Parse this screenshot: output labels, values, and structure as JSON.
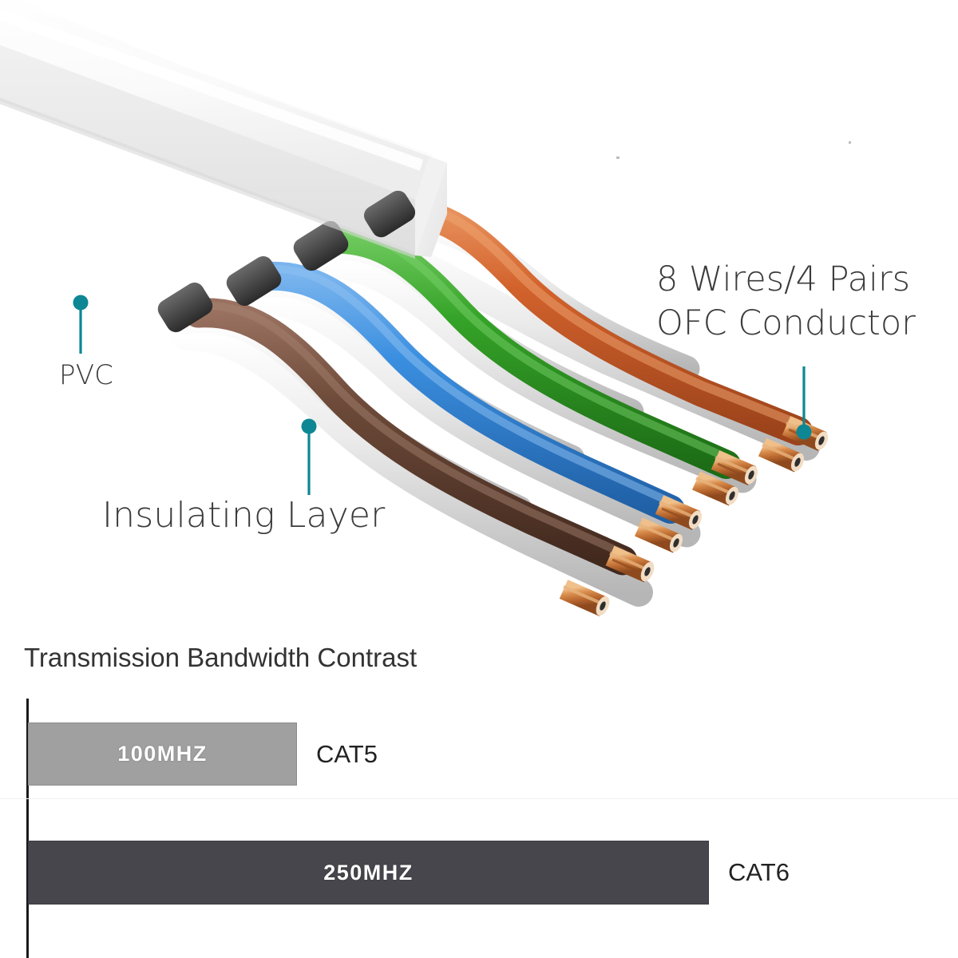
{
  "illustration": {
    "type": "flat-cat6-ethernet-cable-cutaway",
    "jacket_label": "PVC",
    "colors": {
      "jacket": "#f4f4f4",
      "teal_accent": "#0d8793",
      "wire_orange": "#d2622c",
      "wire_green": "#35a328",
      "wire_blue": "#3b8fe0",
      "wire_brown": "#6e4b3a",
      "wire_white": "#e8e8e8",
      "copper": "#c4713a"
    },
    "pairs": [
      {
        "name": "brown-pair",
        "color_label": "brown"
      },
      {
        "name": "blue-pair",
        "color_label": "blue"
      },
      {
        "name": "green-pair",
        "color_label": "green"
      },
      {
        "name": "orange-pair",
        "color_label": "orange"
      }
    ]
  },
  "callouts": {
    "pvc": "PVC",
    "insulating_layer": "Insulating Layer",
    "wires_pairs_line1": "8 Wires/4 Pairs",
    "wires_pairs_line2": "OFC Conductor"
  },
  "chart_data": {
    "type": "bar",
    "orientation": "horizontal",
    "title": "Transmission Bandwidth Contrast",
    "xlabel": "",
    "ylabel": "",
    "categories": [
      "CAT5",
      "CAT6"
    ],
    "values": [
      100,
      250
    ],
    "value_labels": [
      "100MHZ",
      "250MHZ"
    ],
    "unit": "MHz",
    "xlim": [
      0,
      250
    ],
    "grid": false,
    "legend": null,
    "series": [
      {
        "name": "Bandwidth",
        "values": [
          100,
          250
        ]
      }
    ],
    "bar_colors": [
      "#a0a0a0",
      "#46464c"
    ]
  }
}
